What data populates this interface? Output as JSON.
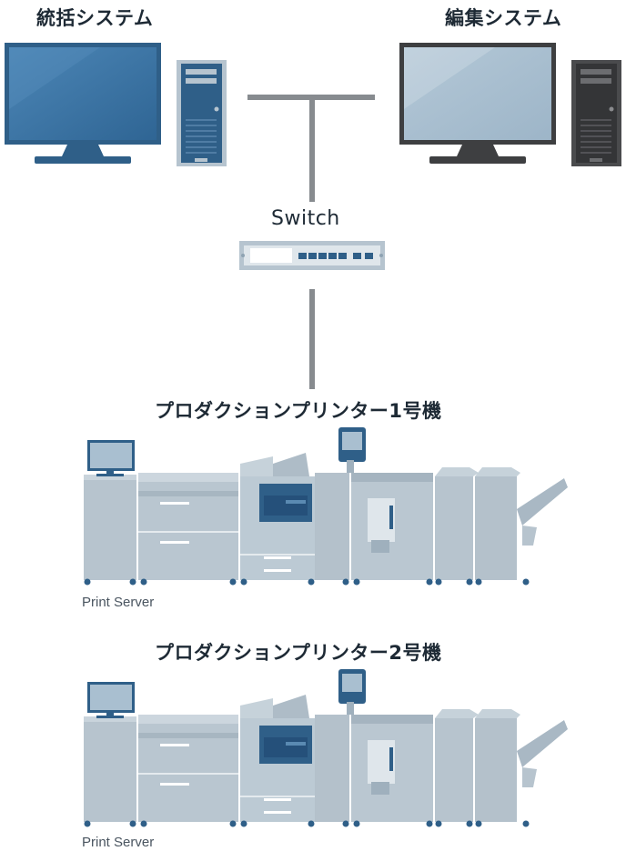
{
  "systems": {
    "left_title": "統括システム",
    "right_title": "編集システム"
  },
  "switch": {
    "label": "Switch"
  },
  "printers": [
    {
      "title": "プロダクションプリンター1号機",
      "server_label": "Print Server"
    },
    {
      "title": "プロダクションプリンター2号機",
      "server_label": "Print Server"
    }
  ],
  "colors": {
    "line": "#878b8f",
    "blue_dark": "#2f5f88",
    "blue_mid": "#3f77a6",
    "gray_machine": "#b6c3cd",
    "gray_dark": "#3e3f41",
    "screen_light": "#a9bfd0"
  }
}
